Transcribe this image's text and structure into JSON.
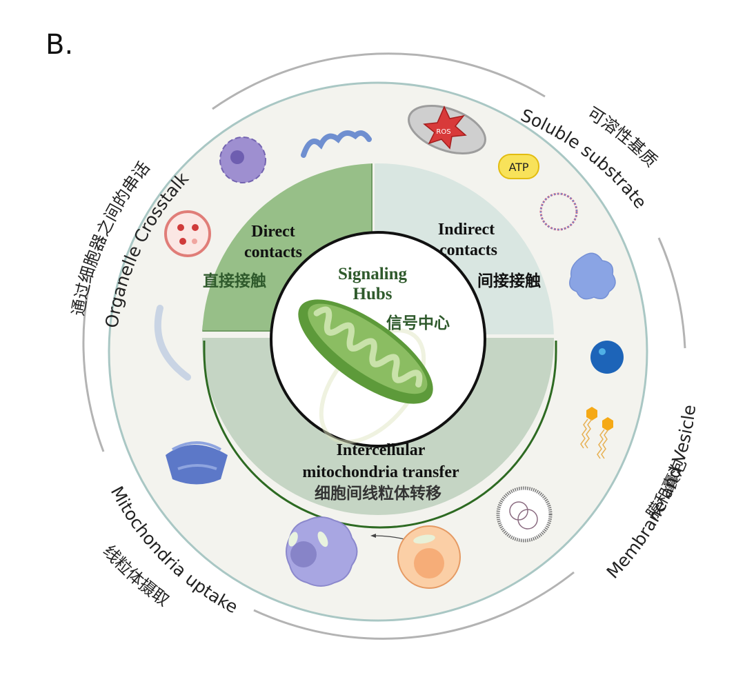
{
  "figure": {
    "panel_label": "B.",
    "center": {
      "title_line1": "Signaling",
      "title_line2": "Hubs",
      "title_cn": "信号中心"
    },
    "quadrants": {
      "direct": {
        "line1": "Direct",
        "line2": "contacts",
        "cn": "直接接触"
      },
      "indirect": {
        "line1": "Indirect",
        "line2": "contacts",
        "cn": "间接接触"
      },
      "transfer": {
        "line1": "Intercellular",
        "line2": "mitochondria transfer",
        "cn": "细胞间线粒体转移"
      }
    },
    "outer_labels": {
      "organelle": {
        "en": "Organelle Crosstalk",
        "cn": "通过细胞器之间的串话"
      },
      "soluble": {
        "en": "Soluble substrate",
        "cn": "可溶性基质"
      },
      "membrane": {
        "en": "Membrane and Vesicle",
        "cn": "膜和囊泡"
      },
      "uptake": {
        "en": "Mitochondria uptake",
        "cn": "线粒体摄取"
      }
    },
    "icons": {
      "ros_label": "ROS",
      "atp_label": "ATP"
    },
    "colors": {
      "direct_fill": "#97bf88",
      "indirect_fill": "#d9e6e1",
      "transfer_fill": "#c5d5c4",
      "ring_fill": "#f3f3ee",
      "ring_stroke": "#a9c7c4",
      "outer_arc": "#b3b3b3",
      "dark_green_text": "#2f5a2c",
      "mito_green": "#6aa546"
    }
  }
}
